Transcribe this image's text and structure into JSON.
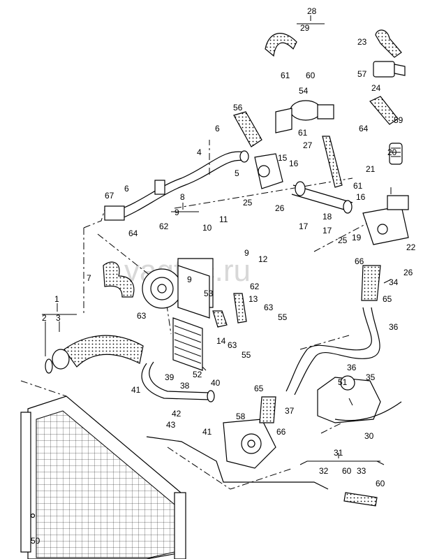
{
  "watermark": "vagtec.ru",
  "callouts": [
    {
      "id": "c1",
      "text": "1"
    },
    {
      "id": "c2",
      "text": "2"
    },
    {
      "id": "c3",
      "text": "3"
    },
    {
      "id": "c4",
      "text": "4"
    },
    {
      "id": "c5",
      "text": "5"
    },
    {
      "id": "c6a",
      "text": "6"
    },
    {
      "id": "c6b",
      "text": "6"
    },
    {
      "id": "c7",
      "text": "7"
    },
    {
      "id": "c8",
      "text": "8"
    },
    {
      "id": "c9a",
      "text": "9"
    },
    {
      "id": "c9b",
      "text": "9"
    },
    {
      "id": "c9c",
      "text": "9"
    },
    {
      "id": "c10",
      "text": "10"
    },
    {
      "id": "c11",
      "text": "11"
    },
    {
      "id": "c12",
      "text": "12"
    },
    {
      "id": "c13",
      "text": "13"
    },
    {
      "id": "c14",
      "text": "14"
    },
    {
      "id": "c15",
      "text": "15"
    },
    {
      "id": "c16a",
      "text": "16"
    },
    {
      "id": "c16b",
      "text": "16"
    },
    {
      "id": "c17a",
      "text": "17"
    },
    {
      "id": "c17b",
      "text": "17"
    },
    {
      "id": "c18",
      "text": "18"
    },
    {
      "id": "c19",
      "text": "19"
    },
    {
      "id": "c20",
      "text": "20"
    },
    {
      "id": "c21",
      "text": "21"
    },
    {
      "id": "c22",
      "text": "22"
    },
    {
      "id": "c23",
      "text": "23"
    },
    {
      "id": "c24",
      "text": "24"
    },
    {
      "id": "c25a",
      "text": "25"
    },
    {
      "id": "c25b",
      "text": "25"
    },
    {
      "id": "c26a",
      "text": "26"
    },
    {
      "id": "c26b",
      "text": "26"
    },
    {
      "id": "c27",
      "text": "27"
    },
    {
      "id": "c28",
      "text": "28"
    },
    {
      "id": "c29",
      "text": "29"
    },
    {
      "id": "c30",
      "text": "30"
    },
    {
      "id": "c31",
      "text": "31"
    },
    {
      "id": "c32",
      "text": "32"
    },
    {
      "id": "c33",
      "text": "33"
    },
    {
      "id": "c34",
      "text": "34"
    },
    {
      "id": "c35",
      "text": "35"
    },
    {
      "id": "c36a",
      "text": "36"
    },
    {
      "id": "c36b",
      "text": "36"
    },
    {
      "id": "c37",
      "text": "37"
    },
    {
      "id": "c38",
      "text": "38"
    },
    {
      "id": "c39",
      "text": "39"
    },
    {
      "id": "c40",
      "text": "40"
    },
    {
      "id": "c41a",
      "text": "41"
    },
    {
      "id": "c41b",
      "text": "41"
    },
    {
      "id": "c42",
      "text": "42"
    },
    {
      "id": "c43",
      "text": "43"
    },
    {
      "id": "c50",
      "text": "50"
    },
    {
      "id": "c51",
      "text": "51"
    },
    {
      "id": "c52",
      "text": "52"
    },
    {
      "id": "c53",
      "text": "53"
    },
    {
      "id": "c54",
      "text": "54"
    },
    {
      "id": "c55a",
      "text": "55"
    },
    {
      "id": "c55b",
      "text": "55"
    },
    {
      "id": "c56",
      "text": "56"
    },
    {
      "id": "c57",
      "text": "57"
    },
    {
      "id": "c58",
      "text": "58"
    },
    {
      "id": "c59",
      "text": "59"
    },
    {
      "id": "c60a",
      "text": "60"
    },
    {
      "id": "c60b",
      "text": "60"
    },
    {
      "id": "c60c",
      "text": "60"
    },
    {
      "id": "c61a",
      "text": "61"
    },
    {
      "id": "c61b",
      "text": "61"
    },
    {
      "id": "c61c",
      "text": "61"
    },
    {
      "id": "c62a",
      "text": "62"
    },
    {
      "id": "c62b",
      "text": "62"
    },
    {
      "id": "c63a",
      "text": "63"
    },
    {
      "id": "c63b",
      "text": "63"
    },
    {
      "id": "c63c",
      "text": "63"
    },
    {
      "id": "c64a",
      "text": "64"
    },
    {
      "id": "c64b",
      "text": "64"
    },
    {
      "id": "c65a",
      "text": "65"
    },
    {
      "id": "c65b",
      "text": "65"
    },
    {
      "id": "c66a",
      "text": "66"
    },
    {
      "id": "c66b",
      "text": "66"
    },
    {
      "id": "c67",
      "text": "67"
    }
  ]
}
